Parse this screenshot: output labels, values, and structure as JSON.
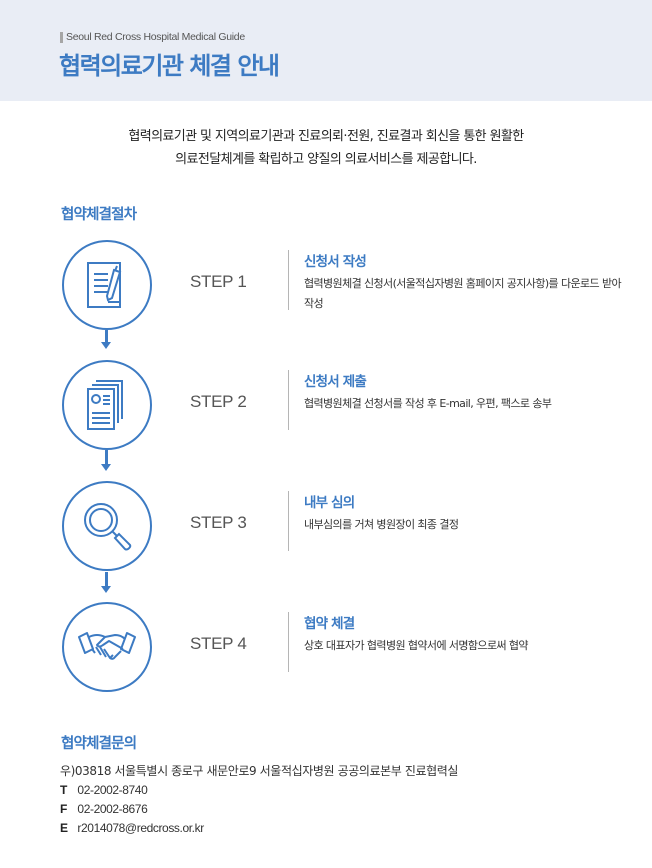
{
  "header": {
    "eyebrow": "Seoul Red Cross Hospital Medical Guide",
    "title": "협력의료기관 체결 안내"
  },
  "intro": {
    "line1": "협력의료기관 및 지역의료기관과 진료의뢰·전원, 진료결과 회신을 통한 원활한",
    "line2": "의료전달체계를 확립하고 양질의 의료서비스를 제공합니다."
  },
  "procedure": {
    "title": "협약체결절차",
    "steps": [
      {
        "label": "STEP 1",
        "icon": "document-pen-icon",
        "name": "신청서 작성",
        "desc": "협력병원체결 신청서(서울적십자병원 홈페이지 공지사항)를 다운로드 받아 작성"
      },
      {
        "label": "STEP 2",
        "icon": "documents-stack-icon",
        "name": "신청서 제출",
        "desc": "협력병원체결 선청서를 작성 후 E-mail, 우편, 팩스로 송부"
      },
      {
        "label": "STEP 3",
        "icon": "magnifier-icon",
        "name": "내부 심의",
        "desc": "내부심의를 거쳐 병원장이 최종 결정"
      },
      {
        "label": "STEP 4",
        "icon": "handshake-icon",
        "name": "협약 체결",
        "desc": "상호 대표자가 협력병원 협약서에 서명함으로써 협약"
      }
    ]
  },
  "contact": {
    "title": "협약체결문의",
    "address": "우)03818 서울특별시 종로구 새문안로9 서울적십자병원 공공의료본부 진료협력실",
    "tel_key": "T",
    "tel": "02-2002-8740",
    "fax_key": "F",
    "fax": "02-2002-8676",
    "email_key": "E",
    "email": "r2014078@redcross.or.kr"
  },
  "colors": {
    "accent": "#3d7bc3",
    "header_bg": "#e9edf5"
  }
}
